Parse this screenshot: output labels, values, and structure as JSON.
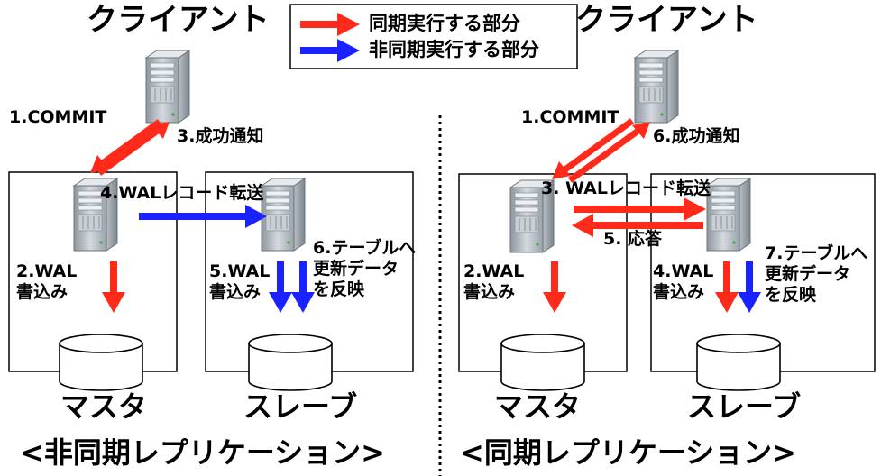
{
  "legend": {
    "sync_label": "同期実行する部分",
    "async_label": "非同期実行する部分",
    "sync_color": "#ff2a1a",
    "async_color": "#1a22ff"
  },
  "async_section": {
    "client_title": "クライアント",
    "commit": "1.COMMIT",
    "wal_write": "2.WAL\n書込み",
    "success": "3.成功通知",
    "wal_transfer": "4.WALレコード転送",
    "slave_wal_write": "5.WAL\n書込み",
    "apply": "6.テーブルへ\n更新データ\nを反映",
    "master_caption": "マスタ",
    "slave_caption": "スレーブ",
    "mode_caption": "<非同期レプリケーション>"
  },
  "sync_section": {
    "client_title": "クライアント",
    "commit": "1.COMMIT",
    "wal_write": "2.WAL\n書込み",
    "wal_transfer": "3. WALレコード転送",
    "slave_wal_write": "4.WAL\n書込み",
    "response": "5. 応答",
    "success": "6.成功通知",
    "apply": "7.テーブルへ\n更新データ\nを反映",
    "master_caption": "マスタ",
    "slave_caption": "スレーブ",
    "mode_caption": "<同期レプリケーション>"
  }
}
